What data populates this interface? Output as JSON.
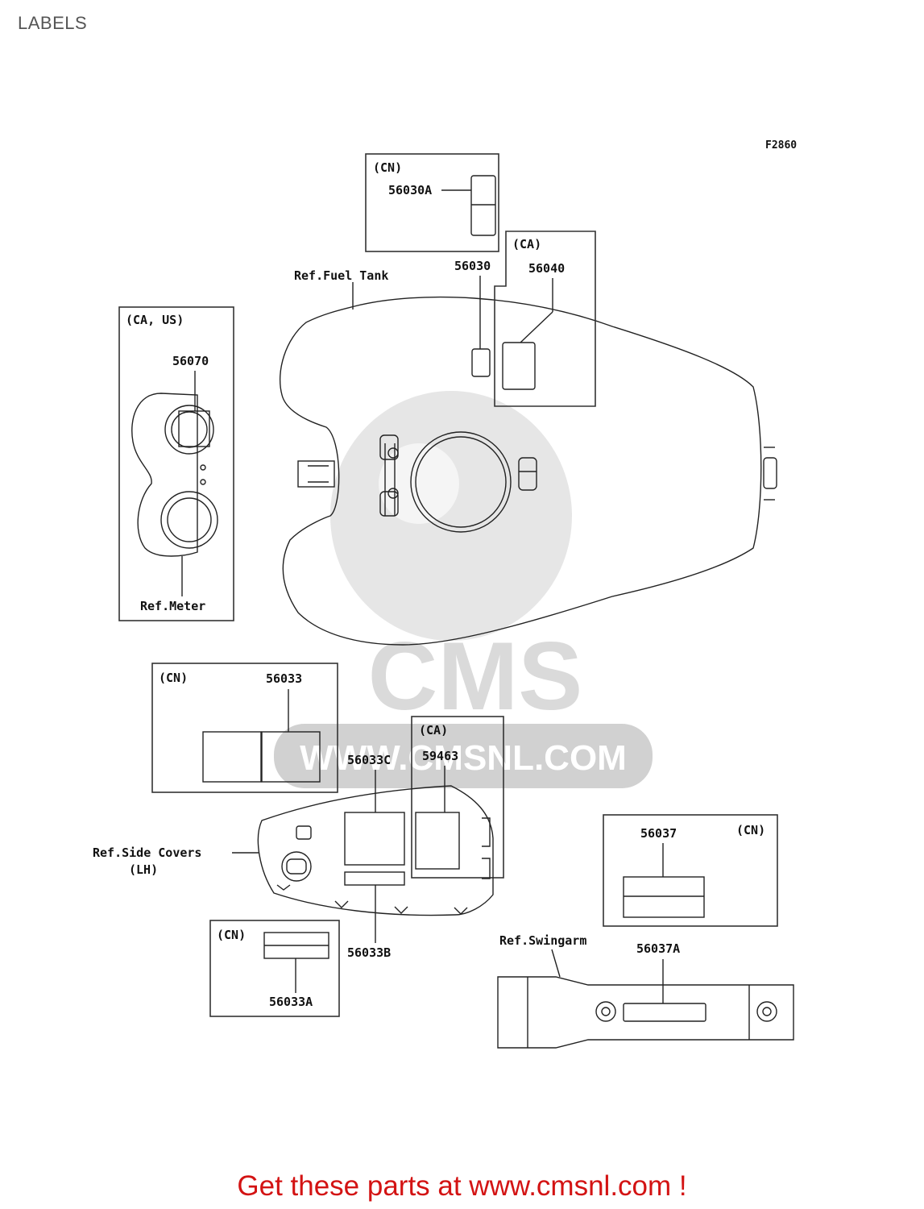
{
  "page": {
    "title": "LABELS",
    "figure_code": "F2860",
    "cta": "Get these parts at www.cmsnl.com !"
  },
  "watermark": {
    "brand": "CMS",
    "url": "WWW.CMSNL.COM"
  },
  "regions": {
    "cn": "(CN)",
    "ca": "(CA)",
    "ca_us": "(CA, US)"
  },
  "parts": {
    "p56030A": "56030A",
    "p56030": "56030",
    "p56040": "56040",
    "p56070": "56070",
    "p56033": "56033",
    "p56033C": "56033C",
    "p59463": "59463",
    "p56033B": "56033B",
    "p56033A": "56033A",
    "p56037": "56037",
    "p56037A": "56037A"
  },
  "refs": {
    "fuel_tank": "Ref.Fuel Tank",
    "meter": "Ref.Meter",
    "side_covers": "Ref.Side Covers",
    "side_covers_sub": "(LH)",
    "swingarm": "Ref.Swingarm"
  }
}
